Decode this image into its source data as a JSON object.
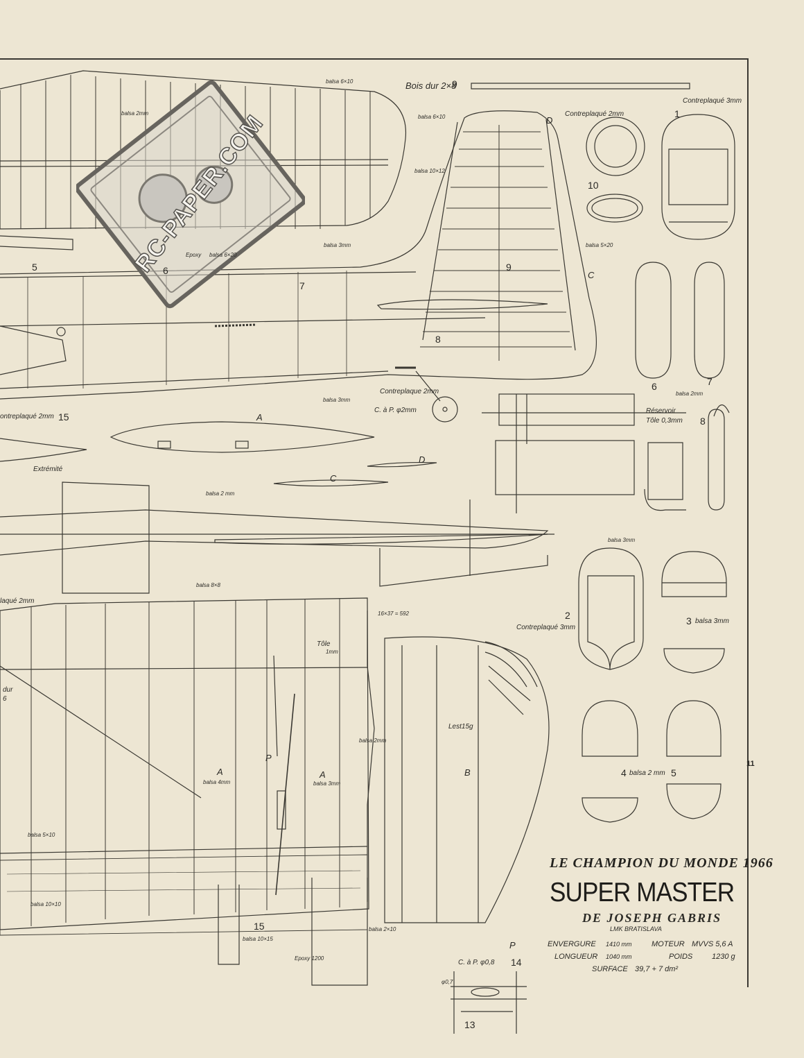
{
  "title_block": {
    "line1": "LE CHAMPION DU MONDE 1966",
    "model_name": "SUPER MASTER",
    "designer": "DE JOSEPH GABRIS",
    "club": "LMK BRATISLAVA",
    "specs": [
      {
        "label": "ENVERGURE",
        "value": "1410 mm"
      },
      {
        "label": "MOTEUR",
        "value": "MVVS 5,6 A"
      },
      {
        "label": "LONGUEUR",
        "value": "1040 mm"
      },
      {
        "label": "POIDS",
        "value": "1230 g"
      },
      {
        "label": "SURFACE",
        "value": "39,7 + 7 dm²"
      }
    ]
  },
  "watermark": {
    "text": "RC-PAPER.COM"
  },
  "page_number": "11",
  "labels": {
    "bois_dur": "Bois dur 2×8",
    "bois_dur_num": "9",
    "balsa_6x10_a": "balsa 6×10",
    "balsa_2mm_a": "balsa 2mm",
    "balsa_10x12": "balsa 10×12",
    "balsa_6x10_b": "balsa 6×10",
    "D_top": "D",
    "contreplaque_2mm_top": "Contreplaqué 2mm",
    "contreplaque_3mm": "Contreplaqué 3mm",
    "n1": "1",
    "n10": "10",
    "balsa_5x20": "balsa 5×20",
    "C_fin": "C",
    "epoxy": "Epoxy",
    "balsa_6x20": "balsa 6×20",
    "balsa_3mm_a": "balsa 3mm",
    "n5": "5",
    "n6": "6",
    "n7": "7",
    "n9": "9",
    "n8": "8",
    "balsa_3mm_b": "balsa 3mm",
    "contreplaque_2mm_wheel": "Contreplaque 2mm",
    "cap_2mm": "C. à P. φ2mm",
    "contreplaque_15": "ontreplaqué 2mm",
    "n15": "15",
    "n6b": "6",
    "n7b": "7",
    "balsa_2mm_b": "balsa 2mm",
    "reservoir": "Réservoir",
    "tole_03": "Tôle 0,3mm",
    "n8b": "8",
    "A_section": "A",
    "D_section": "D",
    "C_section": "C",
    "extremite": "Extrémité",
    "balsa_2mm_c": "balsa 2 mm",
    "balsa_8x8": "balsa 8×8",
    "plaque_2mm": "laqué 2mm",
    "dim_16x37": "16×37 = 592",
    "tole_1mm": "Tôle",
    "tole_1mm_b": "1mm",
    "dur": "dur",
    "dur6": "6",
    "balsa_2mm_d": "balsa 2mm",
    "P_label": "P",
    "A1": "A",
    "balsa_4mm": "balsa 4mm",
    "A2": "A",
    "balsa_3mm_c": "balsa 3mm",
    "lest": "Lest15g",
    "B": "B",
    "balsa_5x10": "balsa 5×10",
    "balsa_10x10": "balsa 10×10",
    "n15b": "15",
    "balsa_10x15": "balsa 10×15",
    "epoxy_1200": "Epoxy 1200",
    "balsa_2x10": "balsa 2×10",
    "balsa_3mm_d": "balsa 3mm",
    "n2": "2",
    "contreplaque_3mm_b": "Contreplaqué 3mm",
    "n3": "3",
    "balsa_3mm_e": "balsa 3mm",
    "n4": "4",
    "balsa_2mm_e": "balsa 2 mm",
    "n5b": "5",
    "cap_08": "C. à P. φ0,8",
    "P_detail": "P",
    "n14": "14",
    "phi07": "φ0,7",
    "n13": "13"
  }
}
